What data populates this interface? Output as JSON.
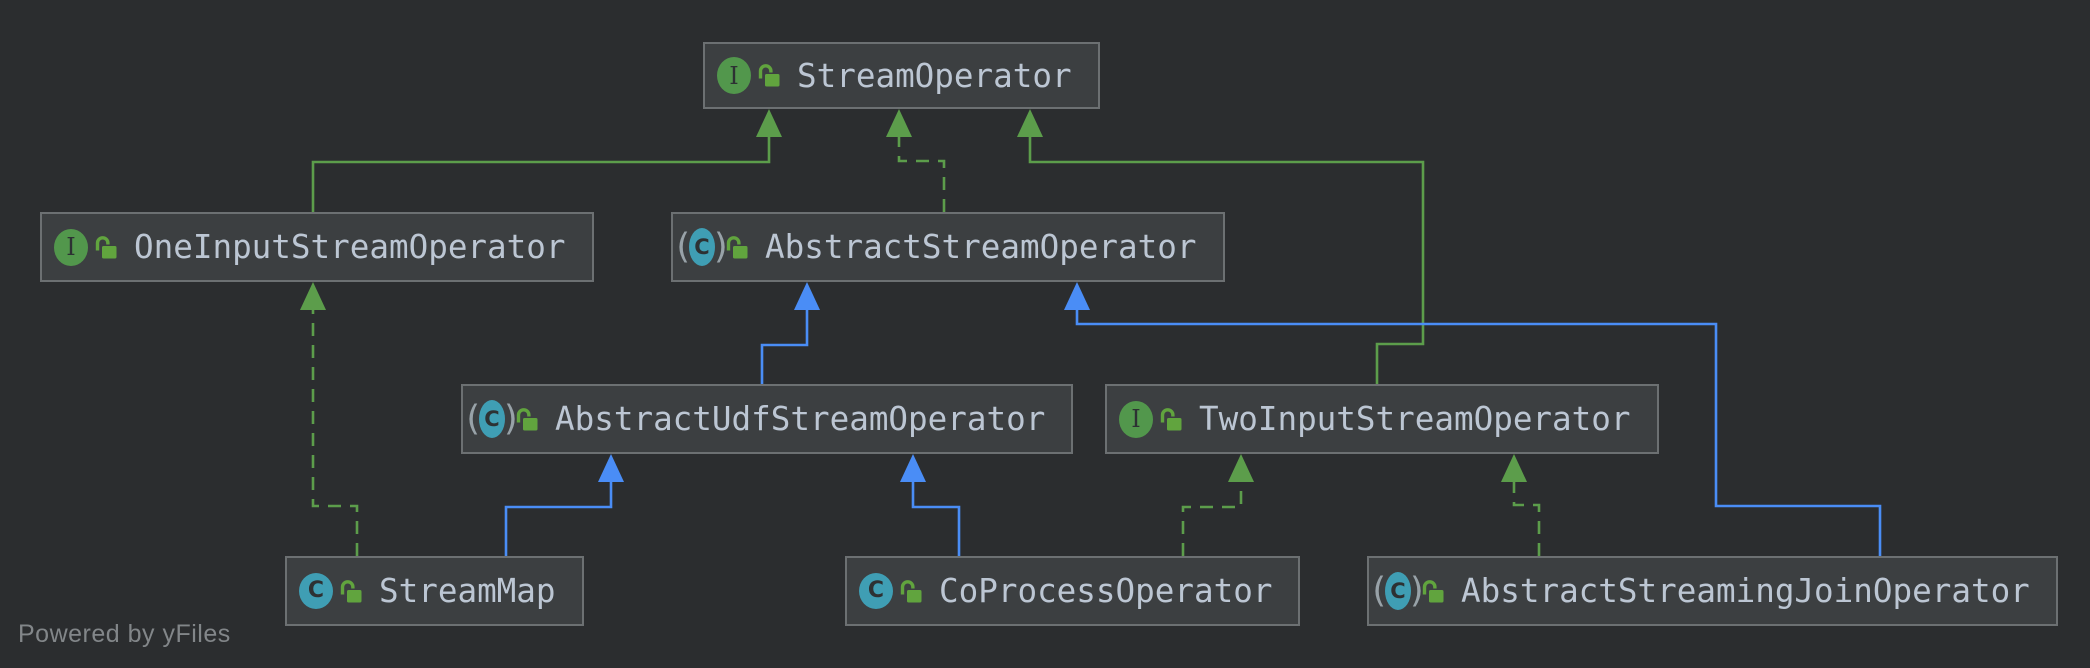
{
  "canvas": {
    "powered_by": "Powered by yFiles",
    "background": "#2b2d2f"
  },
  "colors": {
    "green": "#5c9d4b",
    "blue": "#4a8df6",
    "box_bg": "#3c3f41",
    "box_border": "#6c7072",
    "label": "#bcc6d3",
    "interface_icon_bg": "#52974c",
    "class_icon_bg": "#3f9eb4",
    "lock_green": "#61a43e",
    "paren_gray": "#98a2a8"
  },
  "icons": {
    "interface_letter": "I",
    "class_letter": "C",
    "paren_open": "(",
    "paren_close": ")"
  },
  "nodes": [
    {
      "id": "stream-operator",
      "label": "StreamOperator",
      "kind": "interface",
      "modifier_icon": "unlocked-padlock"
    },
    {
      "id": "one-input-stream-operator",
      "label": "OneInputStreamOperator",
      "kind": "interface",
      "modifier_icon": "unlocked-padlock"
    },
    {
      "id": "abstract-stream-operator",
      "label": "AbstractStreamOperator",
      "kind": "abstract_class",
      "modifier_icon": "unlocked-padlock"
    },
    {
      "id": "abstract-udf-stream-operator",
      "label": "AbstractUdfStreamOperator",
      "kind": "abstract_class",
      "modifier_icon": "unlocked-padlock"
    },
    {
      "id": "two-input-stream-operator",
      "label": "TwoInputStreamOperator",
      "kind": "interface",
      "modifier_icon": "unlocked-padlock"
    },
    {
      "id": "stream-map",
      "label": "StreamMap",
      "kind": "class",
      "modifier_icon": "unlocked-padlock"
    },
    {
      "id": "co-process-operator",
      "label": "CoProcessOperator",
      "kind": "class",
      "modifier_icon": "unlocked-padlock"
    },
    {
      "id": "abstract-streaming-join-operator",
      "label": "AbstractStreamingJoinOperator",
      "kind": "abstract_class",
      "modifier_icon": "unlocked-padlock"
    }
  ],
  "edges": [
    {
      "from": "OneInputStreamOperator",
      "to": "StreamOperator",
      "relation": "extends",
      "line": "solid",
      "color": "green"
    },
    {
      "from": "TwoInputStreamOperator",
      "to": "StreamOperator",
      "relation": "extends",
      "line": "solid",
      "color": "green"
    },
    {
      "from": "AbstractStreamOperator",
      "to": "StreamOperator",
      "relation": "implements",
      "line": "dashed",
      "color": "green"
    },
    {
      "from": "StreamMap",
      "to": "OneInputStreamOperator",
      "relation": "implements",
      "line": "dashed",
      "color": "green"
    },
    {
      "from": "CoProcessOperator",
      "to": "TwoInputStreamOperator",
      "relation": "implements",
      "line": "dashed",
      "color": "green"
    },
    {
      "from": "AbstractStreamingJoinOperator",
      "to": "TwoInputStreamOperator",
      "relation": "implements",
      "line": "dashed",
      "color": "green"
    },
    {
      "from": "AbstractUdfStreamOperator",
      "to": "AbstractStreamOperator",
      "relation": "extends",
      "line": "solid",
      "color": "blue"
    },
    {
      "from": "AbstractStreamingJoinOperator",
      "to": "AbstractStreamOperator",
      "relation": "extends",
      "line": "solid",
      "color": "blue"
    },
    {
      "from": "StreamMap",
      "to": "AbstractUdfStreamOperator",
      "relation": "extends",
      "line": "solid",
      "color": "blue"
    },
    {
      "from": "CoProcessOperator",
      "to": "AbstractUdfStreamOperator",
      "relation": "extends",
      "line": "solid",
      "color": "blue"
    }
  ]
}
